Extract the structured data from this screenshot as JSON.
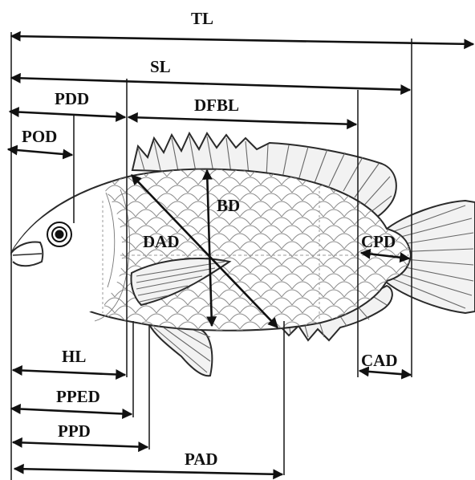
{
  "labels": {
    "tl": "TL",
    "sl": "SL",
    "pdd": "PDD",
    "dfbl": "DFBL",
    "pod": "POD",
    "bd": "BD",
    "dad": "DAD",
    "cpd": "CPD",
    "hl": "HL",
    "ped": "PPED",
    "ppd": "PPD",
    "cad": "CAD",
    "pad": "PAD"
  }
}
